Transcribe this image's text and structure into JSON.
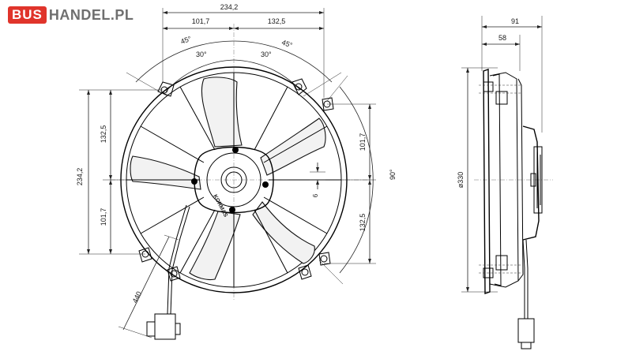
{
  "logo": {
    "part1": "BUS",
    "part2": "HANDEL.PL"
  },
  "brand_text": "KORMAS",
  "colors": {
    "logo_red": "#e0342b",
    "logo_gray": "#6f6f6f",
    "line": "#111111"
  },
  "front_view": {
    "dim_width_total": "234,2",
    "dim_top_left": "101,7",
    "dim_top_right": "132,5",
    "angle_45_left": "45°",
    "angle_45_right": "45°",
    "angle_30_left": "30°",
    "angle_30_right": "30°",
    "dim_height_total": "234,2",
    "dim_left_upper": "132,5",
    "dim_left_lower": "101,7",
    "dim_right_upper": "101,7",
    "dim_right_lower": "132,5",
    "dim_small": "6",
    "angle_90": "90°",
    "cable_length": "440"
  },
  "side_view": {
    "dim_total_depth": "91",
    "dim_body_depth": "58",
    "dim_diameter": "ø330"
  }
}
